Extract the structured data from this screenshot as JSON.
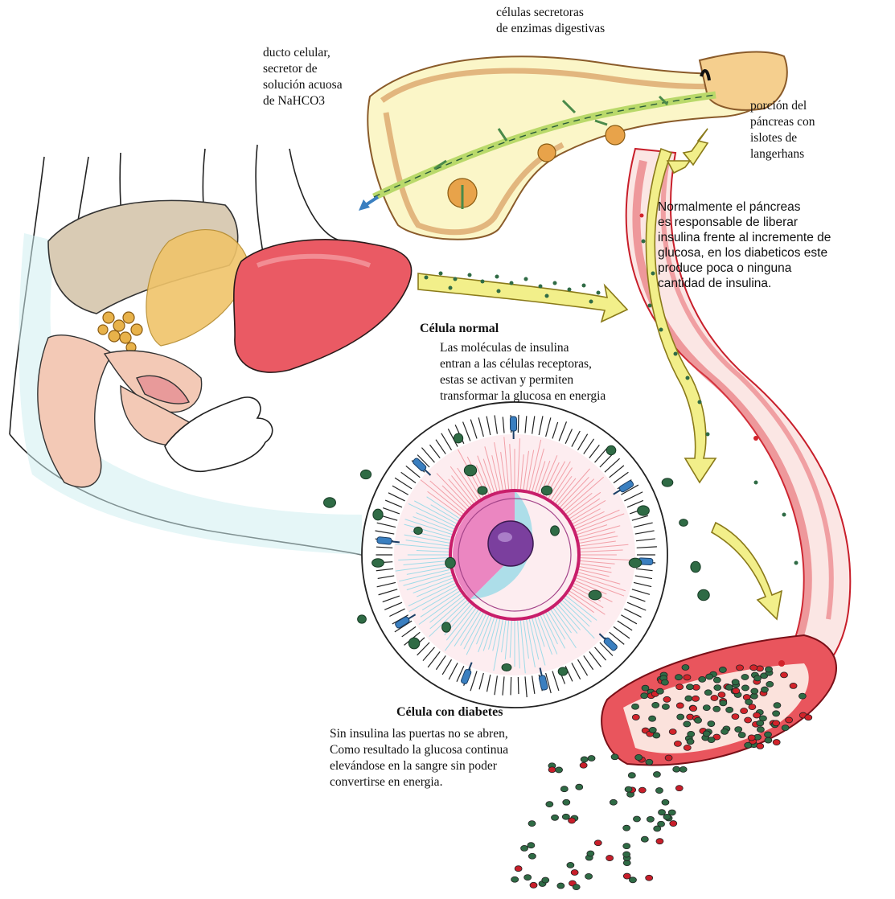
{
  "labels": {
    "ducto": "ducto celular,\nsecretor de\nsolución acuosa\nde NaHCO3",
    "celulas_secretoras": "células secretoras\nde enzimas digestivas",
    "porcion": "porción del\npáncreas con\nislotes de\nlangerhans",
    "normalmente": "Normalmente el páncreas\nes responsable de liberar\ninsulina frente al incremente de\nglucosa, en los diabeticos este\nproduce poca o ninguna\ncantidad de insulina.",
    "celula_normal_title": "Célula normal",
    "celula_normal_text": "Las moléculas de insulina\nentran a las células receptoras,\nestas se activan y permiten\ntransformar la glucosa en energia",
    "celula_diabetes_title": "Célula con diabetes",
    "celula_diabetes_text": "Sin insulina las puertas no se abren,\nComo resultado la glucosa continua\nelevándose en la sangre sin poder\nconvertirse en energia."
  },
  "colors": {
    "liver": "#e8535a",
    "vessel_red": "#e0303a",
    "arrow_yellow": "#f2ef8a",
    "insulin_green": "#2f6b45",
    "receptor_blue": "#3a7fc0",
    "nucleus_purple": "#7b3f9e",
    "cell_pink": "#f2a0a8",
    "cell_cyan": "#9fdbe8",
    "pancreas_tan": "#e8c880"
  }
}
